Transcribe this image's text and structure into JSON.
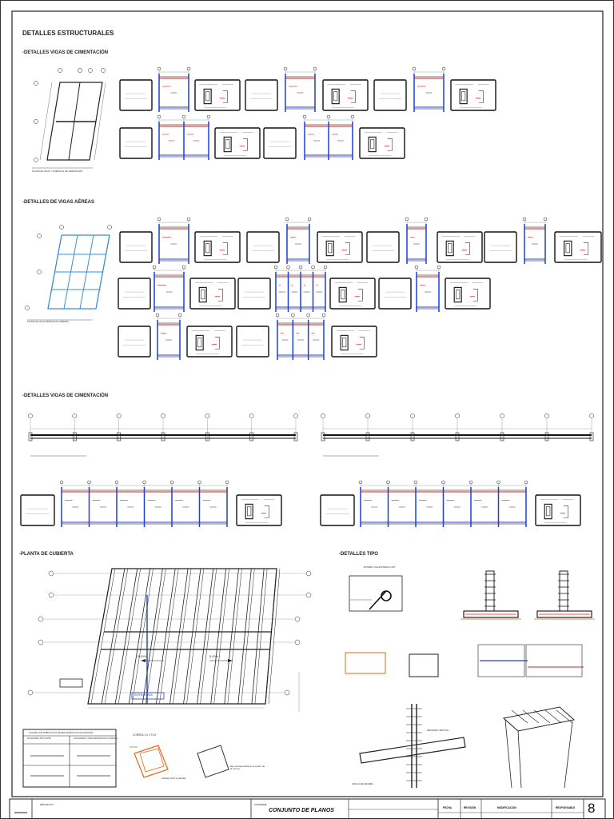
{
  "sheet": {
    "main_title": "DETALLES ESTRUCTURALES",
    "sections": {
      "cimentacion_top": "-DETALLES VIGAS DE CIMENTACIÓN",
      "aereas": "-DETALLES DE VIGAS AÉREAS",
      "cimentacion_bottom": "-DETALLES VIGAS DE CIMENTACIÓN",
      "cubierta": "-PLANTA DE CUBIERTA",
      "tipo": "-DETALLES TIPO"
    },
    "plan_captions": {
      "cimentacion": "PLANTA DE VIGAS Y CIMIENTOS DE CIMENTACIÓN",
      "aereas": "PLANTA DE VIGAS AÉREAS DE CUBIERTA"
    },
    "cubierta_slopes": [
      "5.00%",
      "5.00%"
    ],
    "cubierta_ridge_label": "INTERVENIDA",
    "table": {
      "title": "CUADRO DE SIMBOLOGÍA DE REFUERZOS DE SOLDADURA",
      "col1": "SOLDADURA TIPO FILETE",
      "col2": "SOLDADURA A TOPE PENETRACIÓN COMPLETA"
    },
    "profile_label": "CORREA 1 X 1 PLG",
    "profile_note_a": "Acabar perfil a plantilla",
    "profile_note_b": "Eje correspondiente al centro de la correa",
    "detail_notes": [
      "ESTRIBO CON EXTREMO A 135°",
      "REFUERZO VERTICAL",
      "VARILLA DE AMARRE"
    ]
  },
  "title_block": {
    "project_label": "PROYECTO",
    "contains_label": "CONTIENE",
    "contents": "CONJUNTO DE PLANOS",
    "fecha": "FECHA",
    "revision": "REVISIÓN",
    "modificacion": "MODIFICACIÓN",
    "responsable": "RESPONSABLE",
    "sheet_number": "8"
  },
  "colors": {
    "line": "#222222",
    "blue": "#1f3fd1",
    "red": "#e0201a",
    "cyan": "#3a8fd1",
    "orange": "#e06a1a"
  }
}
